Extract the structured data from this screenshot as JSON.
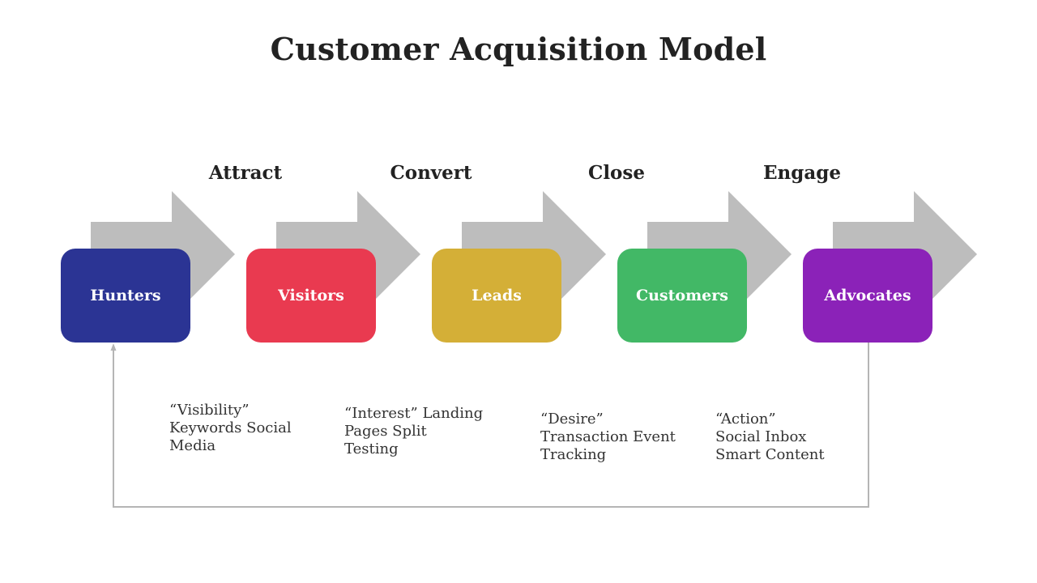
{
  "title": "Customer Acquisition Model",
  "stage_labels": [
    "Attract",
    "Convert",
    "Close",
    "Engage"
  ],
  "boxes": [
    {
      "label": "Hunters",
      "color": "#2b3494"
    },
    {
      "label": "Visitors",
      "color": "#e93a50"
    },
    {
      "label": "Leads",
      "color": "#d4af37"
    },
    {
      "label": "Customers",
      "color": "#42b866"
    },
    {
      "label": "Advocates",
      "color": "#8b22b8"
    }
  ],
  "descriptions": [
    "“Visibility”\nKeywords Social\nMedia",
    "“Interest” Landing\nPages Split\nTesting",
    "“Desire”\nTransaction Event\nTracking",
    "“Action”\nSocial Inbox\nSmart Content"
  ],
  "colors": {
    "arrow": "#bdbdbd",
    "loop_line": "#b5b5b5"
  }
}
